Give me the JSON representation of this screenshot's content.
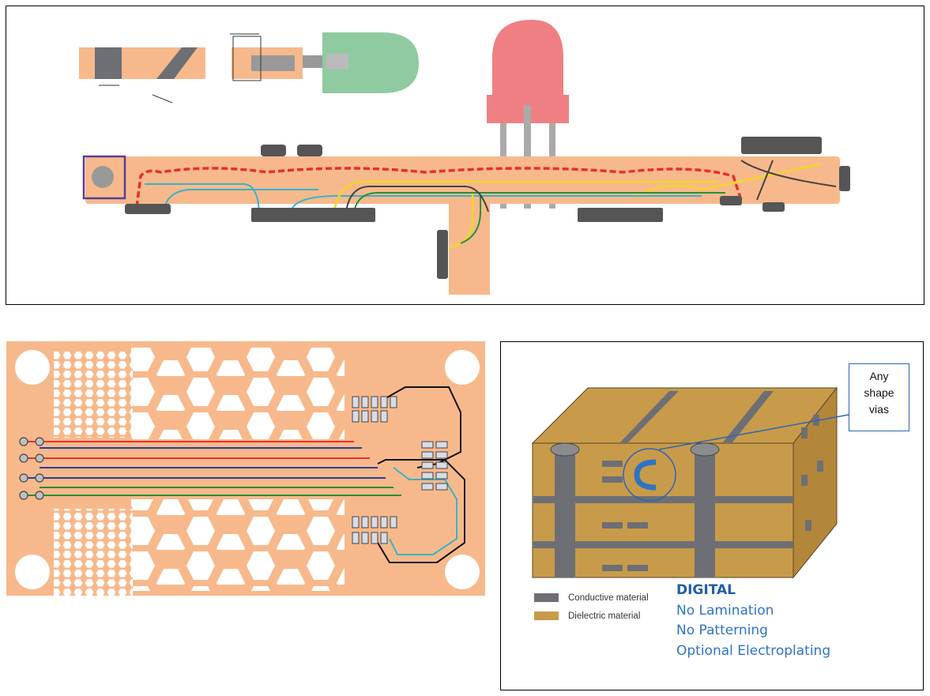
{
  "figure": {
    "callout": {
      "lines": [
        "Any",
        "shape",
        "vias"
      ]
    },
    "legend": [
      {
        "label": "Conductive material",
        "color": "#6d6f74"
      },
      {
        "label": "Dielectric material",
        "color": "#c89b4a"
      }
    ],
    "process": {
      "title": "DIGITAL",
      "items": [
        "No Lamination",
        "No Patterning",
        "Optional Electroplating"
      ]
    },
    "colors": {
      "substrate": "#f7b98c",
      "led_red": "#f07f84",
      "led_green": "#8fcaa0",
      "trace_red": "#e5312f",
      "trace_blue": "#2b3d9c",
      "trace_green": "#2a8c3a",
      "trace_cyan": "#38b3c9",
      "trace_yellow": "#f2d626",
      "conductive": "#6d6f74",
      "dielectric": "#c89b4a"
    }
  }
}
